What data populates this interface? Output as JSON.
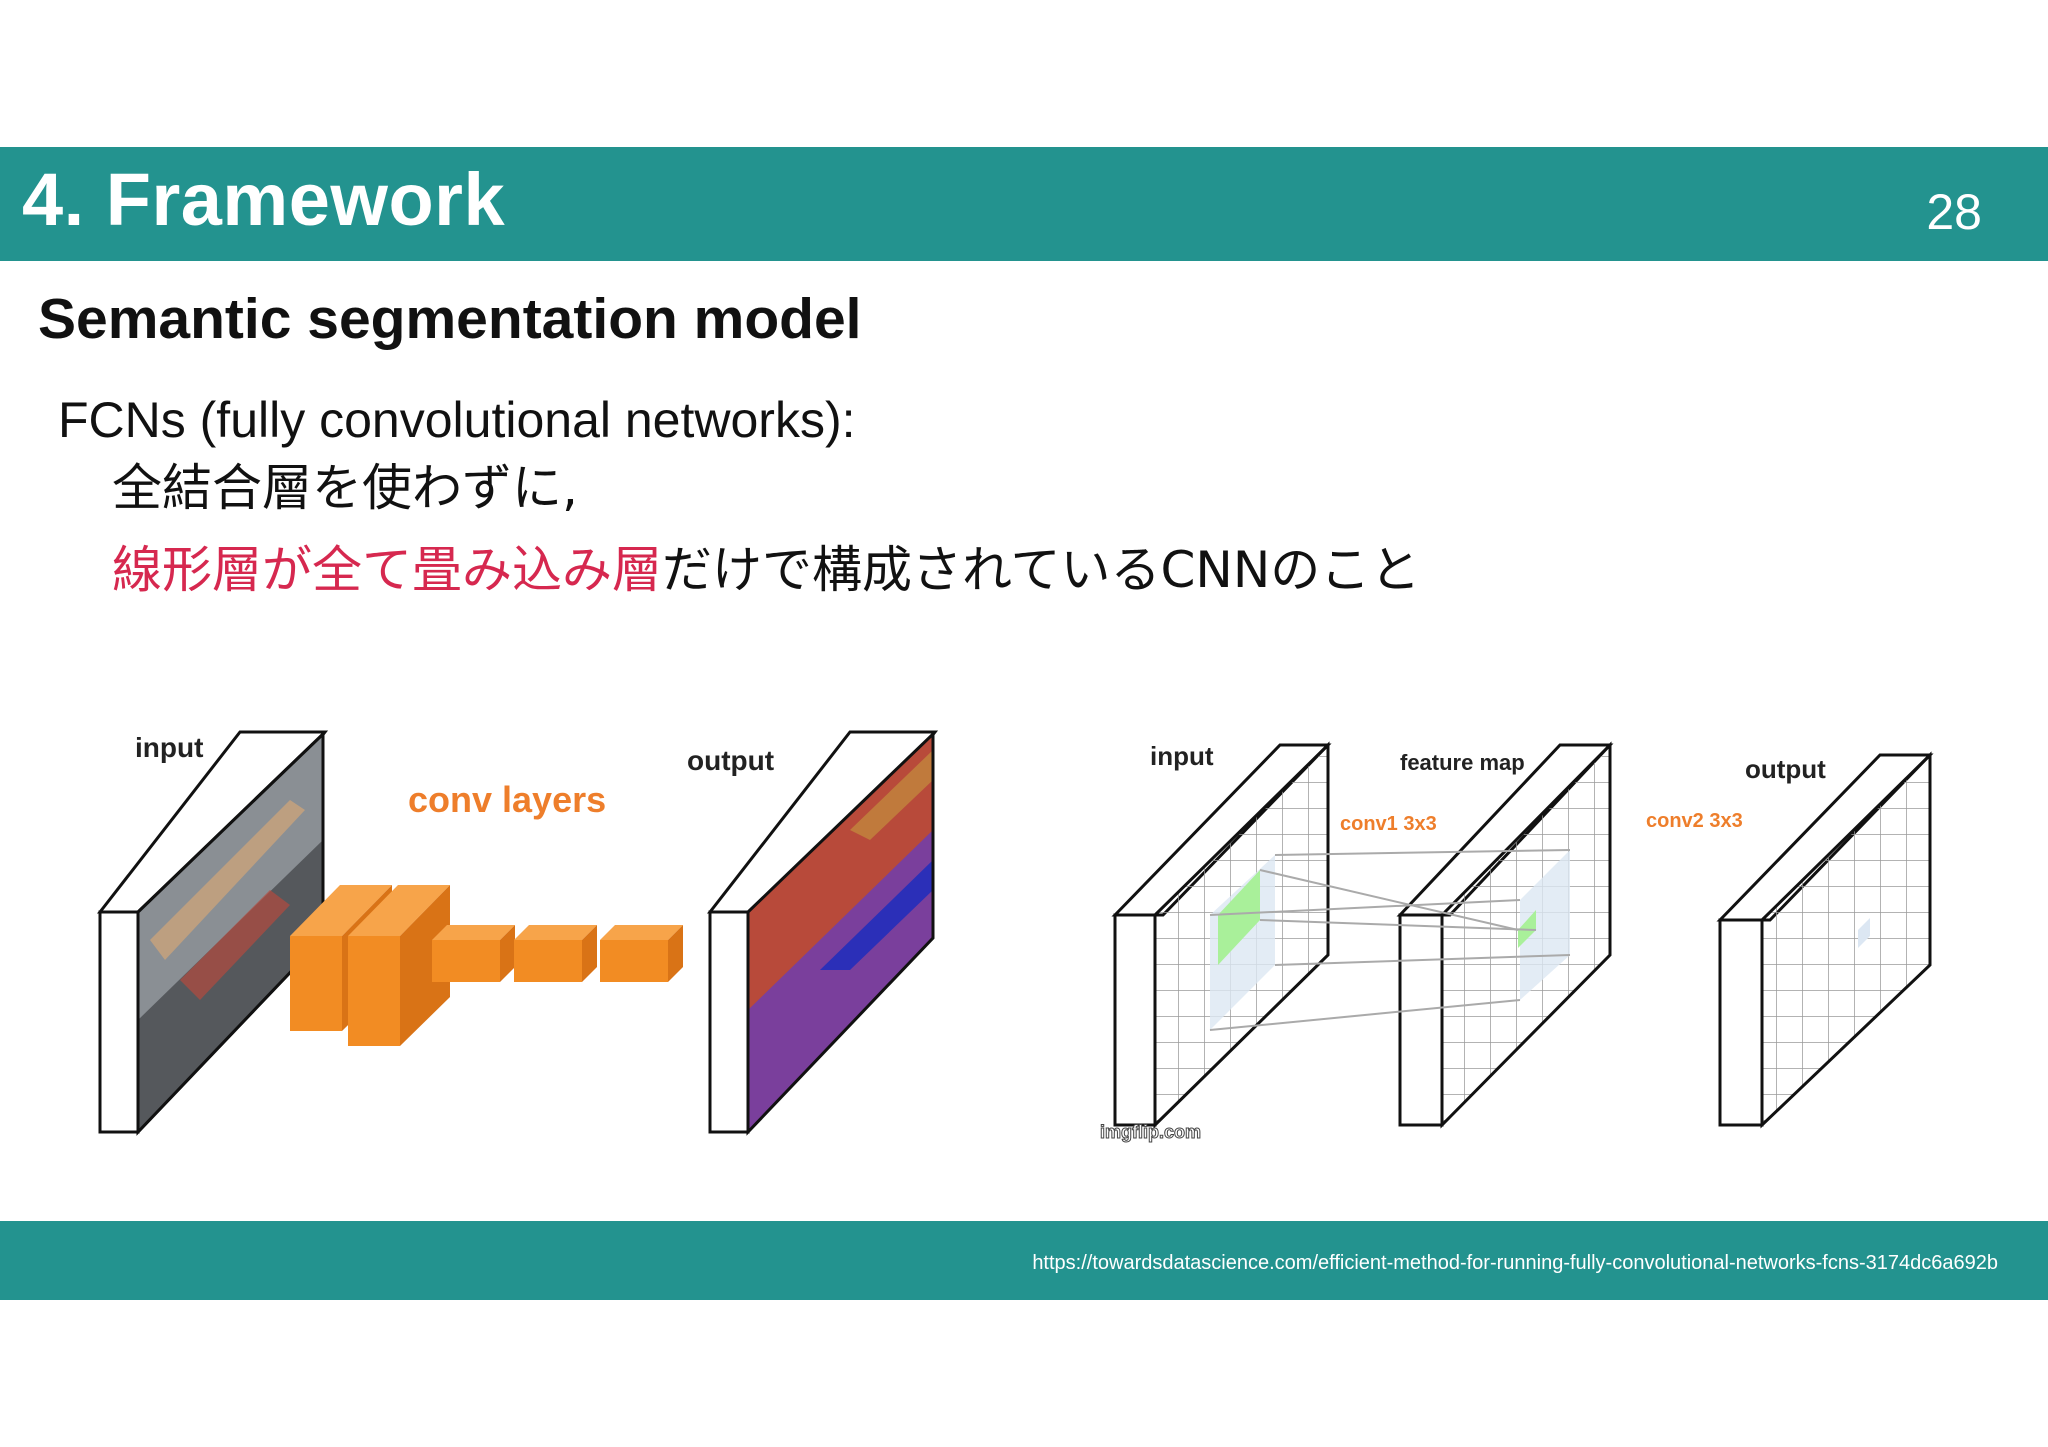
{
  "header": {
    "title": "4. Framework",
    "page_number": "28"
  },
  "subtitle": "Semantic segmentation model",
  "body": {
    "line1": "FCNs (fully convolutional networks):",
    "line2": "全結合層を使わずに,",
    "line3_red": "線形層が全て畳み込み層",
    "line3_rest": "だけで構成されているCNNのこと"
  },
  "figure_left": {
    "input_label": "input",
    "output_label": "output",
    "middle_label": "conv layers"
  },
  "figure_right": {
    "input_label": "input",
    "feature_label": "feature map",
    "output_label": "output",
    "conv1_label": "conv1 3x3",
    "conv2_label": "conv2 3x3",
    "watermark": "imgflip.com"
  },
  "footer": {
    "source_url": "https://towardsdatascience.com/efficient-method-for-running-fully-convolutional-networks-fcns-3174dc6a692b"
  },
  "colors": {
    "teal": "#23938f",
    "highlight_red": "#d6284f",
    "conv_orange": "#f28c23",
    "text_orange": "#ee7e2b"
  }
}
